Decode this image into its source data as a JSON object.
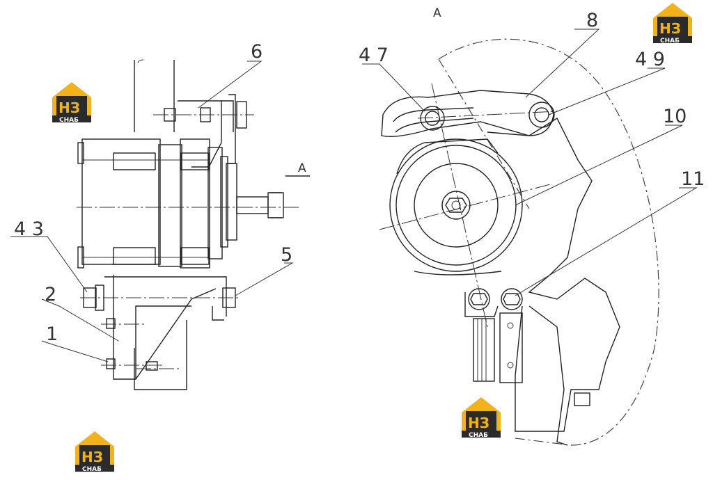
{
  "view_label_top": "A",
  "view_label_arrow": "A",
  "callouts": {
    "c1": "1",
    "c2": "2",
    "c43": "4 3",
    "c5": "5",
    "c6": "6",
    "c47": "4 7",
    "c8": "8",
    "c49": "4 9",
    "c10": "10",
    "c11": "11"
  },
  "watermark": {
    "letters": "НЗ",
    "sub": "СНАБ",
    "colors": {
      "roof": "#f2b21c",
      "body": "#2b2b2b",
      "letter": "#f2b21c",
      "sub": "#ffffff"
    }
  }
}
